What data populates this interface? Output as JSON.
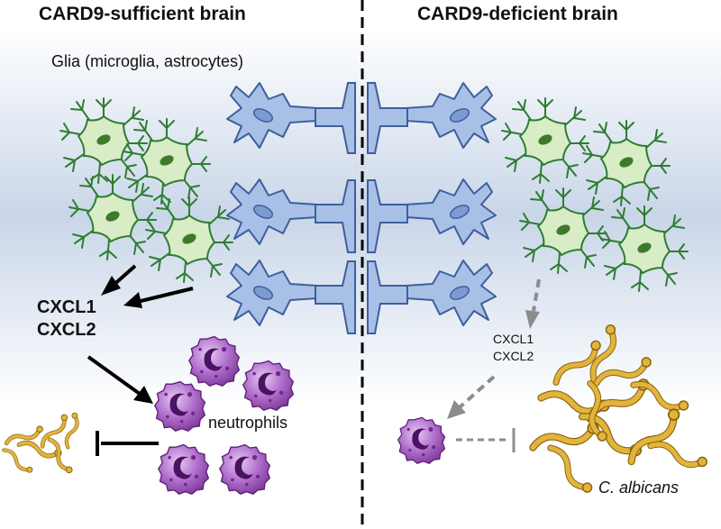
{
  "left_panel": {
    "title": "CARD9-sufficient brain"
  },
  "right_panel": {
    "title": "CARD9-deficient brain"
  },
  "labels": {
    "glia": "Glia (microglia, astrocytes)",
    "chemokine_1": "CXCL1",
    "chemokine_2": "CXCL2",
    "neutrophils": "neutrophils",
    "fungus": "C. albicans"
  },
  "colors": {
    "band": "#c9d6e8",
    "neuron_fill": "#a9c0e6",
    "neuron_stroke": "#3d5f9e",
    "glia_fill": "#d8ecc6",
    "glia_stroke": "#2e7d32",
    "glia_nucleus": "#3f7a2a",
    "neutrophil_fill": "#a45ac0",
    "neutrophil_dark": "#5d1f75",
    "fungus_fill": "#e3b43c",
    "fungus_stroke": "#8a6410",
    "arrow_black": "#000000",
    "arrow_gray": "#8c8c8c",
    "divider": "#000000"
  }
}
